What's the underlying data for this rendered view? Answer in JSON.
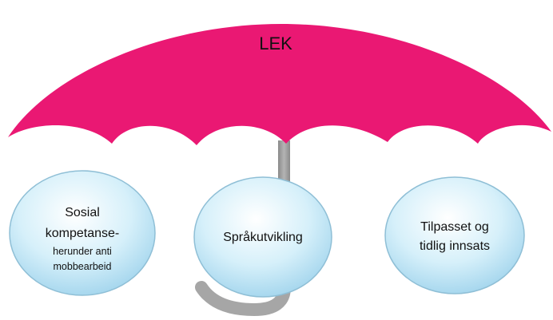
{
  "umbrella": {
    "title": "LEK",
    "canopy_color": "#ea1873",
    "handle_color": "#9e9e9e"
  },
  "nodes": [
    {
      "lines": [
        "Sosial",
        "kompetanse-",
        "herunder anti",
        "mobbearbeid"
      ]
    },
    {
      "lines": [
        "Språkutvikling"
      ]
    },
    {
      "lines": [
        "Tilpasset og",
        "tidlig innsats"
      ]
    }
  ],
  "colors": {
    "node_fill": "#bfe6f7",
    "node_stroke": "#8fbfd6"
  }
}
